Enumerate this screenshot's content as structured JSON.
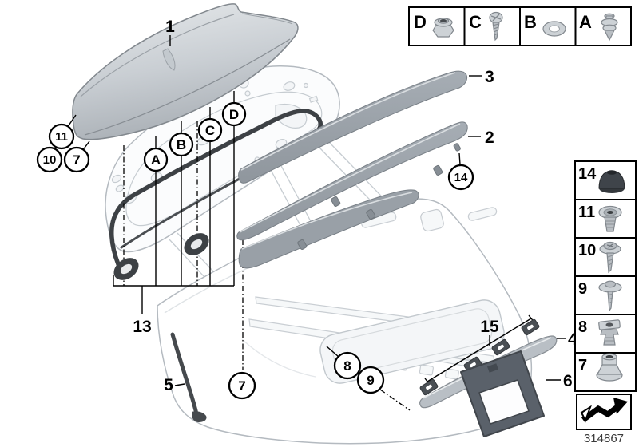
{
  "callouts": {
    "n1": "1",
    "n2": "2",
    "n3": "3",
    "n4": "4",
    "n5": "5",
    "n6": "6",
    "n7": "7",
    "n8": "8",
    "n9": "9",
    "n10": "10",
    "n11": "11",
    "n13": "13",
    "n14": "14",
    "n15": "15",
    "pA": "A",
    "pB": "B",
    "pC": "C",
    "pD": "D"
  },
  "legend_top": {
    "cells": [
      {
        "label": "D",
        "icon": "flange-nut"
      },
      {
        "label": "C",
        "icon": "tapping-screw"
      },
      {
        "label": "B",
        "icon": "washer"
      },
      {
        "label": "A",
        "icon": "expanding-rivet"
      }
    ]
  },
  "legend_right": {
    "cells": [
      {
        "label": "14",
        "icon": "buffer-grommet"
      },
      {
        "label": "11",
        "icon": "blind-rivet"
      },
      {
        "label": "10",
        "icon": "screw-with-washer"
      },
      {
        "label": "9",
        "icon": "screw-with-flat-washer"
      },
      {
        "label": "8",
        "icon": "expanding-nut"
      },
      {
        "label": "7",
        "icon": "spacer-nut"
      }
    ]
  },
  "footer": {
    "part_number": "314867"
  },
  "colors": {
    "strip_gray": "#99a0a7",
    "seal_dark": "#3d4145",
    "plate_dark": "#5a616a",
    "line_light": "#b4bac0"
  }
}
